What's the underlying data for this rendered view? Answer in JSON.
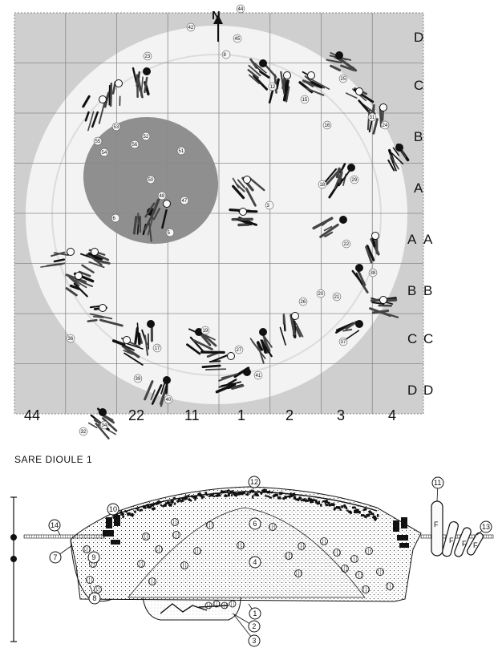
{
  "plan": {
    "north_label": "N",
    "row_labels_right": [
      "D",
      "C",
      "B",
      "A"
    ],
    "row_labels_right_double": [
      [
        "A",
        "A"
      ],
      [
        "B",
        "B"
      ],
      [
        "C",
        "C"
      ],
      [
        "D",
        "D"
      ]
    ],
    "column_labels": [
      "44",
      "22",
      "11",
      "1",
      "2",
      "3",
      "4"
    ],
    "burial_numbers": [
      "44",
      "45",
      "42",
      "23",
      "8",
      "12",
      "15",
      "25",
      "31",
      "24",
      "16",
      "53",
      "55",
      "54",
      "56",
      "52",
      "51",
      "50",
      "47",
      "48",
      "6",
      "5",
      "3",
      "18",
      "29",
      "22",
      "38",
      "20",
      "21",
      "26",
      "36",
      "37",
      "17",
      "19",
      "27",
      "39",
      "40",
      "32",
      "34",
      "41"
    ]
  },
  "site_title": "SARE DIOULE  1",
  "section": {
    "callouts": [
      "1",
      "2",
      "3",
      "4",
      "6",
      "7",
      "8",
      "9",
      "10",
      "11",
      "12",
      "13",
      "14"
    ],
    "stone_mark": "F"
  },
  "colors": {
    "grid_fill": "#cfcfcf",
    "circle_fill": "#f2f2f2",
    "dark_zone": "#7a7a7a",
    "ink": "#111111"
  }
}
